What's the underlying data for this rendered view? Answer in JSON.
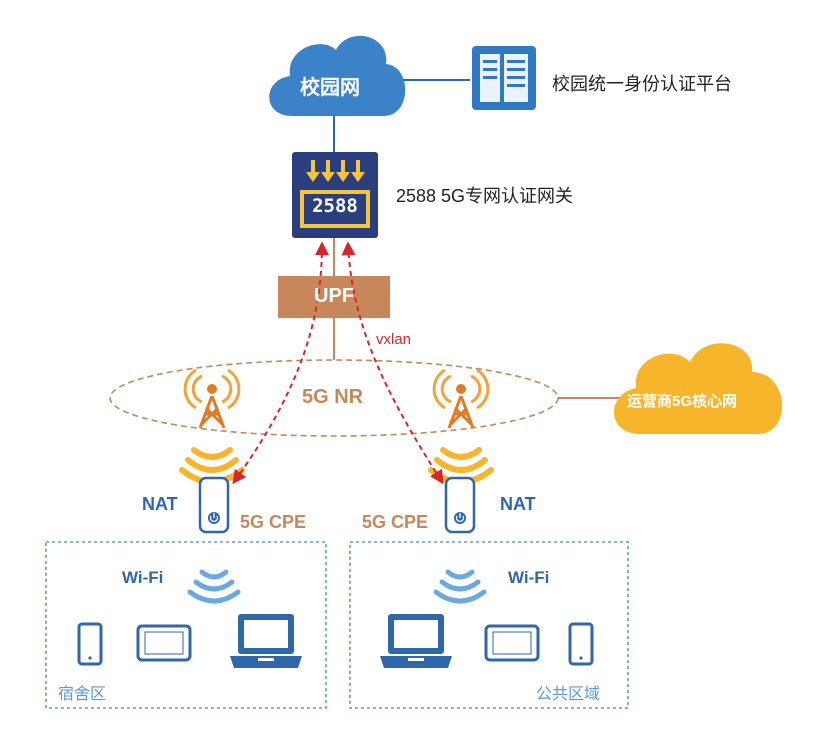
{
  "campus_network": {
    "label": "校园网"
  },
  "auth_platform": {
    "label": "校园统一身份认证平台"
  },
  "gateway": {
    "box_text": "2588",
    "label": "2588 5G专网认证网关"
  },
  "upf": {
    "label": "UPF"
  },
  "tunnel": {
    "label": "vxlan"
  },
  "radio": {
    "label": "5G NR"
  },
  "core_network": {
    "label": "运营商5G核心网"
  },
  "left_site": {
    "nat_label": "NAT",
    "cpe_label": "5G CPE",
    "wifi_label": "Wi-Fi",
    "area_label": "宿舍区"
  },
  "right_site": {
    "nat_label": "NAT",
    "cpe_label": "5G CPE",
    "wifi_label": "Wi-Fi",
    "area_label": "公共区域"
  },
  "colors": {
    "cloud_blue": "#3b82c8",
    "gateway_navy": "#2b3f7e",
    "gateway_yellow": "#f4c542",
    "upf_brown": "#c8875a",
    "core_orange": "#f7b52c",
    "tunnel_red": "#d6262b",
    "device_blue": "#2f67a8",
    "wifi_light_blue": "#6aa9e0"
  }
}
